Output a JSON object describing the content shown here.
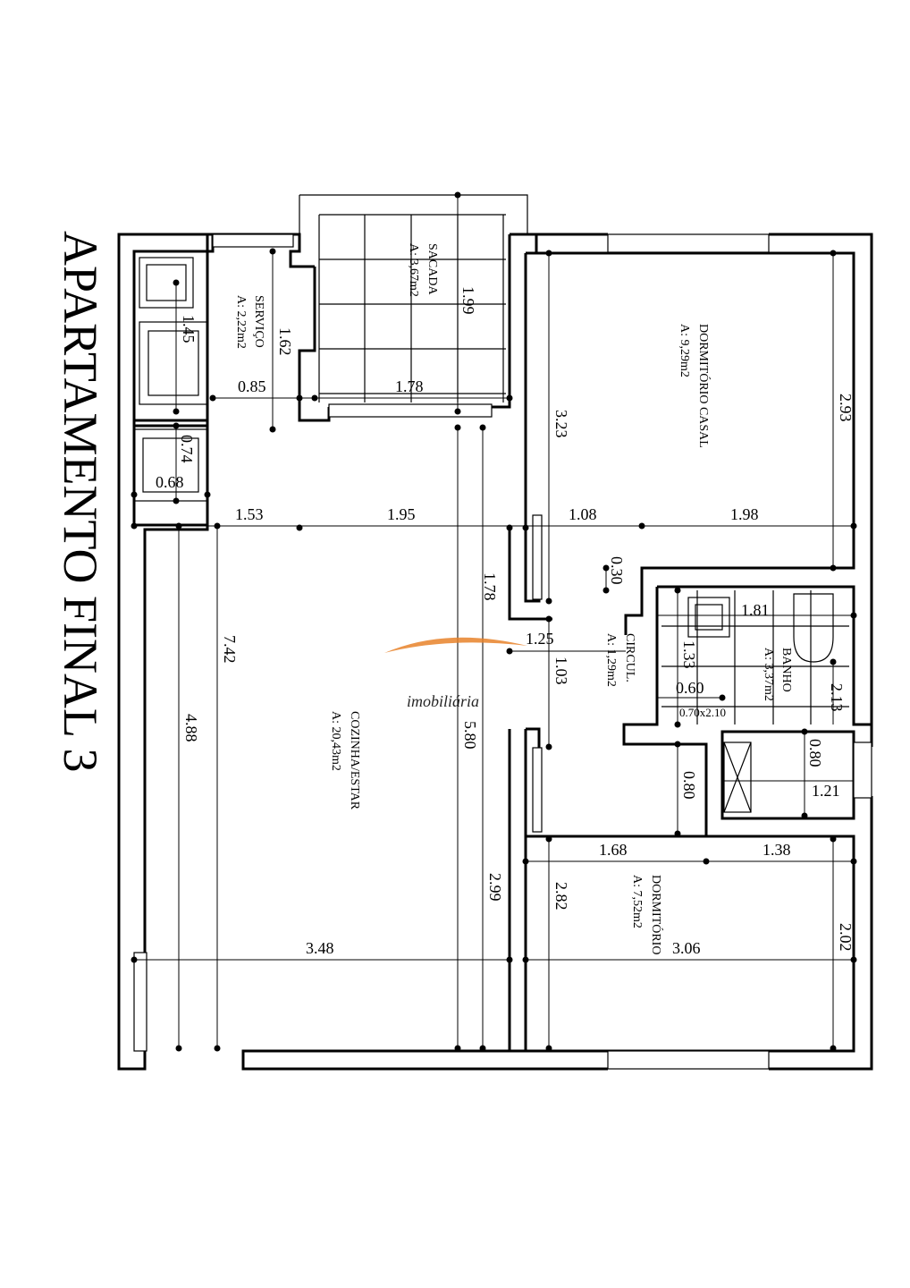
{
  "title": "APARTAMENTO FINAL 3",
  "watermark": {
    "text": "imobiliária",
    "color": "#e8832a"
  },
  "rooms": {
    "sacada": {
      "name": "SACADA",
      "area": "A: 3,67m2"
    },
    "servico": {
      "name": "SERVIÇO",
      "area": "A: 2,22m2"
    },
    "dormitorio_casal": {
      "name": "DORMITÓRIO CASAL",
      "area": "A: 9,29m2"
    },
    "circul": {
      "name": "CIRCUL.",
      "area": "A: 1,29m2"
    },
    "banho": {
      "name": "BANHO",
      "area": "A: 3,37m2"
    },
    "cozinha_estar": {
      "name": "COZINHA/ESTAR",
      "area": "A: 20,43m2"
    },
    "dormitorio": {
      "name": "DORMITÓRIO",
      "area": "A: 7,52m2"
    }
  },
  "door_label": "0.70x2.10",
  "dimensions": {
    "d_199": "1.99",
    "d_145": "1.45",
    "d_162": "1.62",
    "d_085": "0.85",
    "d_178a": "1.78",
    "d_323": "3.23",
    "d_293": "2.93",
    "d_074": "0.74",
    "d_068": "0.68",
    "d_153": "1.53",
    "d_195": "1.95",
    "d_108": "1.08",
    "d_198": "1.98",
    "d_030": "0.30",
    "d_178b": "1.78",
    "d_181": "1.81",
    "d_125": "1.25",
    "d_742": "7.42",
    "d_133": "1.33",
    "d_103": "1.03",
    "d_060": "0.60",
    "d_213": "2.13",
    "d_488": "4.88",
    "d_580": "5.80",
    "d_080a": "0.80",
    "d_080b": "0.80",
    "d_121": "1.21",
    "d_168": "1.68",
    "d_138": "1.38",
    "d_299": "2.99",
    "d_282": "2.82",
    "d_202": "2.02",
    "d_348": "3.48",
    "d_306": "3.06"
  }
}
